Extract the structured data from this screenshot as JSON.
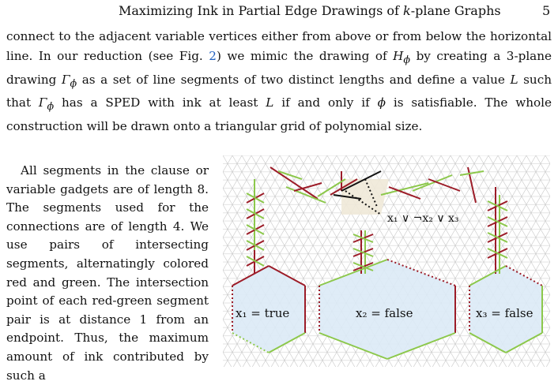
{
  "header": {
    "running_title": "Maximizing Ink in Partial Edge Drawings of k-plane Graphs",
    "page_number": "5"
  },
  "paragraph1": {
    "text": "connect to the adjacent variable vertices either from above or from below the horizontal line. In our reduction (see Fig. 2) we mimic the drawing of Hϕ by creating a 3-plane drawing Γϕ as a set of line segments of two distinct lengths and define a value L such that Γϕ has a SPED with ink at least L if and only if ϕ is satisfiable. The whole construction will be drawn onto a triangular grid of polynomial size."
  },
  "paragraph2": {
    "text": "All segments in the clause or variable gadgets are of length 8. The segments used for the connections are of length 4. We use pairs of intersecting segments, alternatingly colored red and green. The intersection point of each red-green segment pair is at distance 1 from an endpoint. Thus, the maximum amount of ink contributed by such a"
  },
  "figure": {
    "clause_label": "x₁ ∨ ¬x₂ ∨ x₃",
    "gadgets": [
      {
        "label": "x₁ = true"
      },
      {
        "label": "x₂ = false"
      },
      {
        "label": "x₃ = false"
      }
    ],
    "colors": {
      "red": "#9c1c28",
      "green": "#8cc84b",
      "black": "#111111",
      "grid": "#c8c8c8",
      "gadget_fill": "#dceaf6",
      "clause_fill": "#efe9d8"
    }
  }
}
